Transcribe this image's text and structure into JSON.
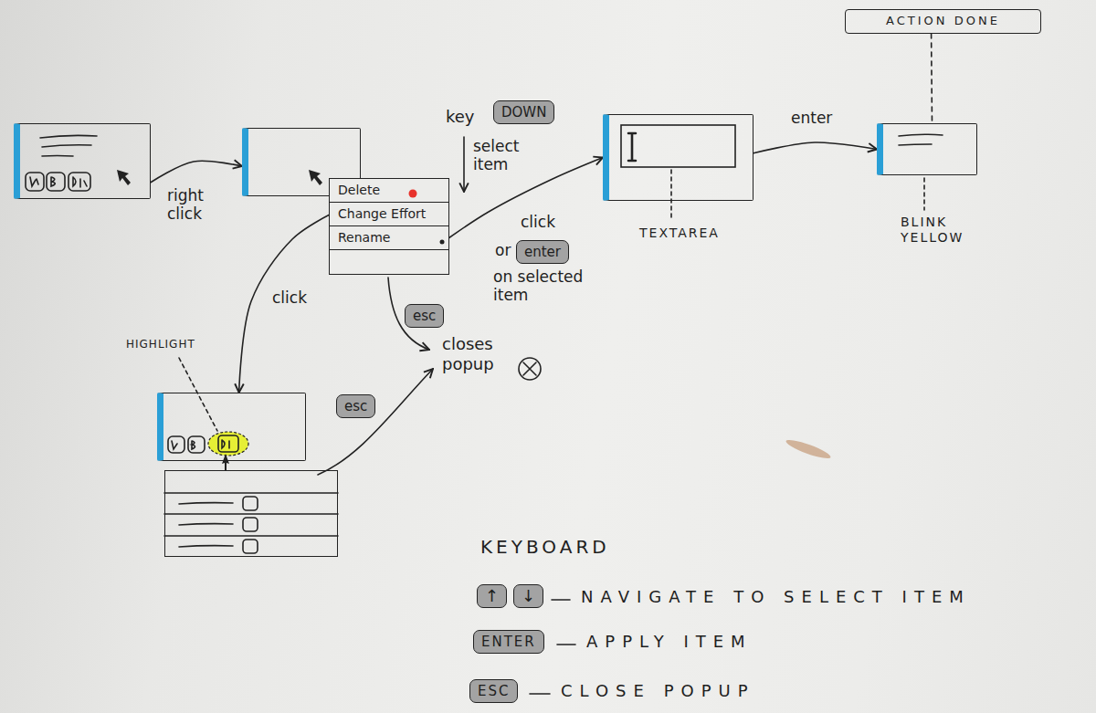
{
  "diagram": {
    "nodes": [
      {
        "text": []
      },
      {
        "text": []
      },
      {
        "text": []
      },
      {
        "text": [
          "Delete"
        ],
        "in": 2
      },
      {
        "text": [
          "Change Effort"
        ],
        "in": 2
      },
      {
        "text": [
          "Rename"
        ],
        "in": 2
      },
      {
        "text": [
          "DOWN"
        ]
      },
      {
        "text": [
          "enter"
        ]
      },
      {
        "text": []
      },
      {
        "text": [
          "ACTION DONE"
        ]
      },
      {
        "text": []
      },
      {
        "text": [
          "esc"
        ]
      },
      {
        "text": []
      },
      {
        "text": []
      },
      {
        "text": [
          "esc"
        ]
      },
      {
        "text": [
          "↑"
        ]
      },
      {
        "text": [
          "↓"
        ]
      },
      {
        "text": [
          "ENTER"
        ]
      },
      {
        "text": [
          "ESC"
        ]
      }
    ],
    "edges": [
      {
        "from": 0,
        "to": 1,
        "arrow": "to",
        "label": "right click"
      },
      {
        "from": 4,
        "to": 12,
        "arrow": "to",
        "label": "click"
      },
      {
        "from": 5,
        "to": 8,
        "arrow": "to",
        "label": "click"
      },
      {
        "from": 8,
        "to": 10,
        "arrow": "to",
        "label": "enter"
      },
      {
        "from": 9,
        "to": 10,
        "arrow": "none"
      }
    ],
    "labels": [
      "key",
      "select item",
      "or",
      "on selected item",
      "TEXTAREA",
      "BLINK YELLOW",
      "closes popup",
      "HIGHLIGHT",
      "KEYBOARD"
    ],
    "legend": [
      {
        "text": "NAVIGATE TO SELECT ITEM"
      },
      {
        "text": "APPLY ITEM"
      },
      {
        "text": "CLOSE POPUP"
      }
    ]
  }
}
